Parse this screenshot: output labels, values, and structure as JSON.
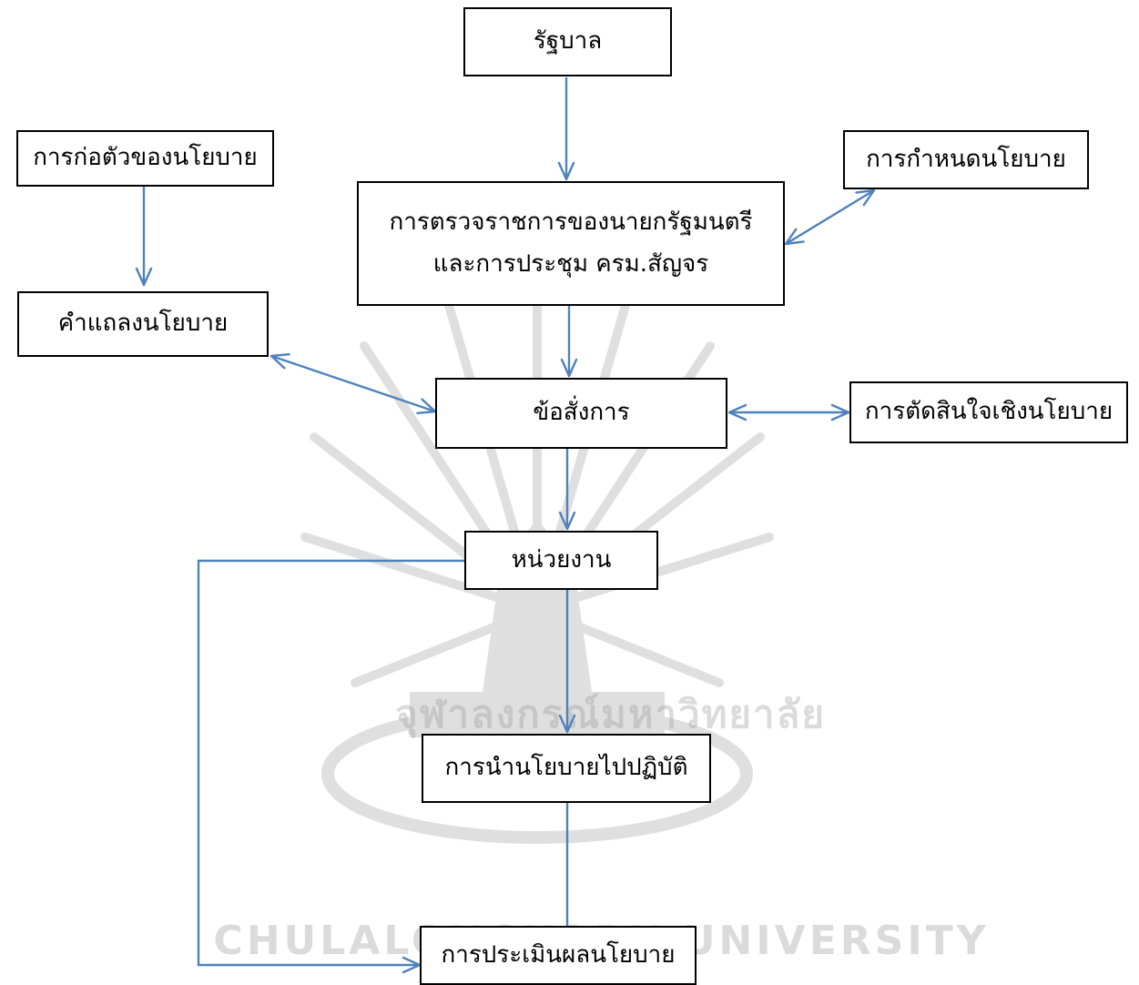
{
  "nodes": {
    "government": "รัฐบาล",
    "policy_formation": "การก่อตัวของนโยบาย",
    "policy_setting": "การกำหนดนโยบาย",
    "inspection_line1": "การตรวจราชการของนายกรัฐมนตรี",
    "inspection_line2": "และการประชุม ครม.สัญจร",
    "policy_statement": "คำแถลงนโยบาย",
    "directive": "ข้อสั่งการ",
    "policy_decision": "การตัดสินใจเชิงนโยบาย",
    "agency": "หน่วยงาน",
    "implementation": "การนำนโยบายไปปฏิบัติ",
    "evaluation": "การประเมินผลนโยบาย"
  },
  "watermark": {
    "thai": "จุฬาลงกรณ์มหาวิทยาลัย",
    "english": "CHULALONGKORN UNIVERSITY"
  },
  "colors": {
    "arrow": "#4F81BD",
    "box_border": "#000000",
    "watermark": "#9a9a9a"
  }
}
